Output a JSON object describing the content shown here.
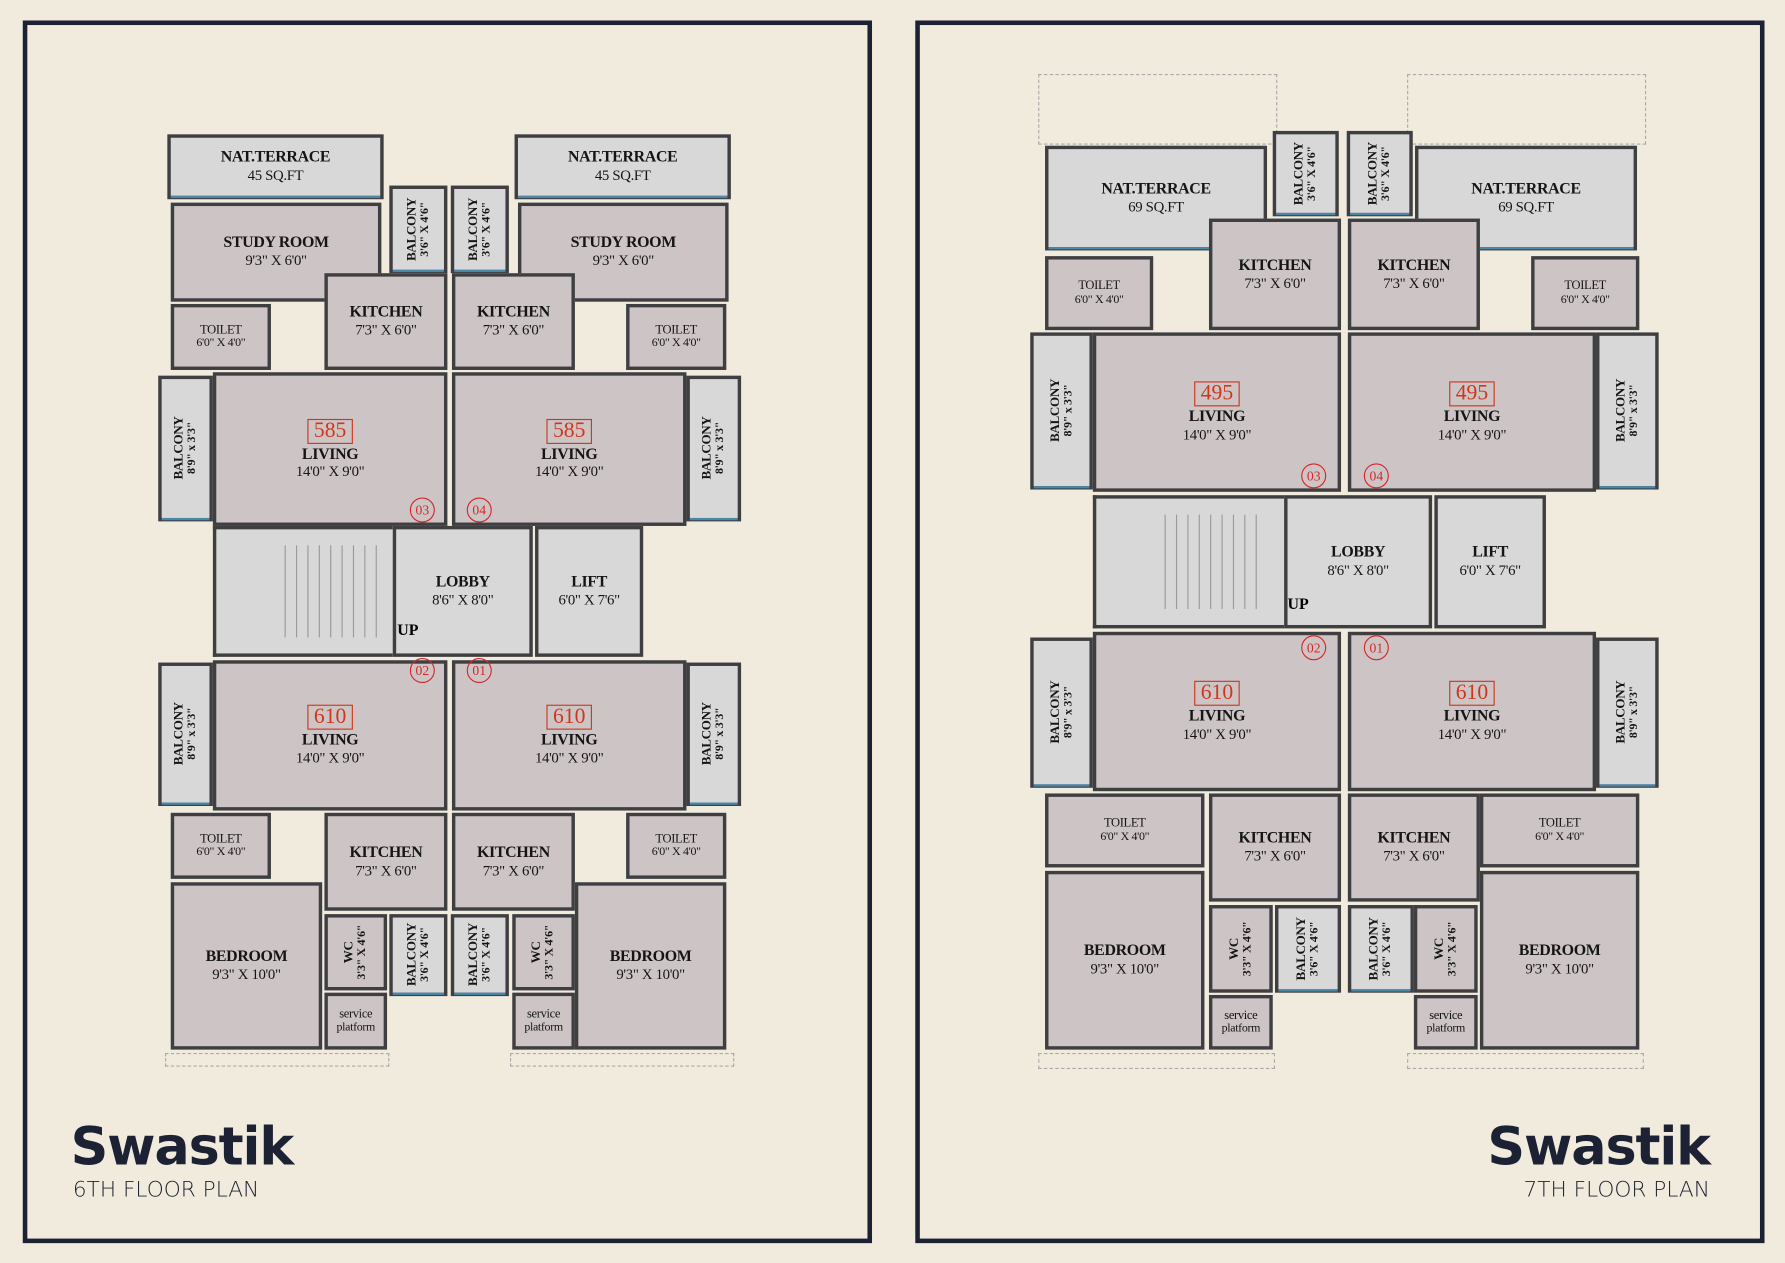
{
  "colors": {
    "background": "#f1ebdd",
    "frame": "#1c2234",
    "room": "#cdc5c5",
    "open_area": "#d8d8d8",
    "wall": "#3f3f42",
    "area_badge": "#d0361c",
    "flat_number": "#d8262a"
  },
  "plans": [
    {
      "title": "Swastik",
      "subtitle": "6TH FLOOR PLAN",
      "stairs_label": "UP",
      "flats": {
        "f01": "01",
        "f02": "02",
        "f03": "03",
        "f04": "04"
      },
      "rooms": {
        "ntL": {
          "name": "NAT.TERRACE",
          "size": "45 SQ.FT"
        },
        "ntR": {
          "name": "NAT.TERRACE",
          "size": "45 SQ.FT"
        },
        "stL": {
          "name": "STUDY ROOM",
          "size": "9'3\" X 6'0\""
        },
        "stR": {
          "name": "STUDY ROOM",
          "size": "9'3\" X 6'0\""
        },
        "bcTL": {
          "name": "BALCONY",
          "size": "3'6\" X 4'6\""
        },
        "bcTR": {
          "name": "BALCONY",
          "size": "3'6\" X 4'6\""
        },
        "tlTL": {
          "name": "TOILET",
          "size": "6'0\" X 4'0\""
        },
        "tlTR": {
          "name": "TOILET",
          "size": "6'0\" X 4'0\""
        },
        "kTL": {
          "name": "KITCHEN",
          "size": "7'3\" X 6'0\""
        },
        "kTR": {
          "name": "KITCHEN",
          "size": "7'3\" X 6'0\""
        },
        "lvTL": {
          "area": "585",
          "name": "LIVING",
          "size": "14'0\" X 9'0\""
        },
        "lvTR": {
          "area": "585",
          "name": "LIVING",
          "size": "14'0\" X 9'0\""
        },
        "bcL": {
          "name": "BALCONY",
          "size": "8'9\" x 3'3\""
        },
        "bcR": {
          "name": "BALCONY",
          "size": "8'9\" x 3'3\""
        },
        "lobby": {
          "name": "LOBBY",
          "size": "8'6\" X 8'0\""
        },
        "lift": {
          "name": "LIFT",
          "size": "6'0\" X 7'6\""
        },
        "lvBL": {
          "area": "610",
          "name": "LIVING",
          "size": "14'0\" X 9'0\""
        },
        "lvBR": {
          "area": "610",
          "name": "LIVING",
          "size": "14'0\" X 9'0\""
        },
        "bcBL": {
          "name": "BALCONY",
          "size": "8'9\" x 3'3\""
        },
        "bcBR": {
          "name": "BALCONY",
          "size": "8'9\" x 3'3\""
        },
        "tlBL": {
          "name": "TOILET",
          "size": "6'0\" X 4'0\""
        },
        "tlBR": {
          "name": "TOILET",
          "size": "6'0\" X 4'0\""
        },
        "kBL": {
          "name": "KITCHEN",
          "size": "7'3\" X 6'0\""
        },
        "kBR": {
          "name": "KITCHEN",
          "size": "7'3\" X 6'0\""
        },
        "bdBL": {
          "name": "BEDROOM",
          "size": "9'3\" X 10'0\""
        },
        "bdBR": {
          "name": "BEDROOM",
          "size": "9'3\" X 10'0\""
        },
        "wcBL": {
          "name": "WC",
          "size": "3'3\" X 4'6\""
        },
        "wcBR": {
          "name": "WC",
          "size": "3'3\" X 4'6\""
        },
        "spBL": {
          "name": "service",
          "size": "platform"
        },
        "spBR": {
          "name": "service",
          "size": "platform"
        },
        "bcBCL": {
          "name": "BALCONY",
          "size": "3'6\" X 4'6\""
        },
        "bcBCR": {
          "name": "BALCONY",
          "size": "3'6\" X 4'6\""
        }
      }
    },
    {
      "title": "Swastik",
      "subtitle": "7TH FLOOR PLAN",
      "stairs_label": "UP",
      "flats": {
        "f01": "01",
        "f02": "02",
        "f03": "03",
        "f04": "04"
      },
      "rooms": {
        "ntL": {
          "name": "NAT.TERRACE",
          "size": "69 SQ.FT"
        },
        "ntR": {
          "name": "NAT.TERRACE",
          "size": "69 SQ.FT"
        },
        "bcTL": {
          "name": "BALCONY",
          "size": "3'6\" X 4'6\""
        },
        "bcTR": {
          "name": "BALCONY",
          "size": "3'6\" X 4'6\""
        },
        "tlTL": {
          "name": "TOILET",
          "size": "6'0\" X 4'0\""
        },
        "tlTR": {
          "name": "TOILET",
          "size": "6'0\" X 4'0\""
        },
        "kTL": {
          "name": "KITCHEN",
          "size": "7'3\" X 6'0\""
        },
        "kTR": {
          "name": "KITCHEN",
          "size": "7'3\" X 6'0\""
        },
        "lvTL": {
          "area": "495",
          "name": "LIVING",
          "size": "14'0\" X 9'0\""
        },
        "lvTR": {
          "area": "495",
          "name": "LIVING",
          "size": "14'0\" X 9'0\""
        },
        "bcL": {
          "name": "BALCONY",
          "size": "8'9\" x 3'3\""
        },
        "bcR": {
          "name": "BALCONY",
          "size": "8'9\" x 3'3\""
        },
        "lobby": {
          "name": "LOBBY",
          "size": "8'6\" X 8'0\""
        },
        "lift": {
          "name": "LIFT",
          "size": "6'0\" X 7'6\""
        },
        "lvBL": {
          "area": "610",
          "name": "LIVING",
          "size": "14'0\" X 9'0\""
        },
        "lvBR": {
          "area": "610",
          "name": "LIVING",
          "size": "14'0\" X 9'0\""
        },
        "bcBL": {
          "name": "BALCONY",
          "size": "8'9\" x 3'3\""
        },
        "bcBR": {
          "name": "BALCONY",
          "size": "8'9\" x 3'3\""
        },
        "tlBL": {
          "name": "TOILET",
          "size": "6'0\" X 4'0\""
        },
        "tlBR": {
          "name": "TOILET",
          "size": "6'0\" X 4'0\""
        },
        "kBL": {
          "name": "KITCHEN",
          "size": "7'3\" X 6'0\""
        },
        "kBR": {
          "name": "KITCHEN",
          "size": "7'3\" X 6'0\""
        },
        "bdBL": {
          "name": "BEDROOM",
          "size": "9'3\" X 10'0\""
        },
        "bdBR": {
          "name": "BEDROOM",
          "size": "9'3\" X 10'0\""
        },
        "wcBL": {
          "name": "WC",
          "size": "3'3\" X 4'6\""
        },
        "wcBR": {
          "name": "WC",
          "size": "3'3\" X 4'6\""
        },
        "spBL": {
          "name": "service",
          "size": "platform"
        },
        "spBR": {
          "name": "service",
          "size": "platform"
        },
        "bcBCL": {
          "name": "BALCONY",
          "size": "3'6\" X 4'6\""
        },
        "bcBCR": {
          "name": "BALCONY",
          "size": "3'6\" X 4'6\""
        }
      }
    }
  ]
}
